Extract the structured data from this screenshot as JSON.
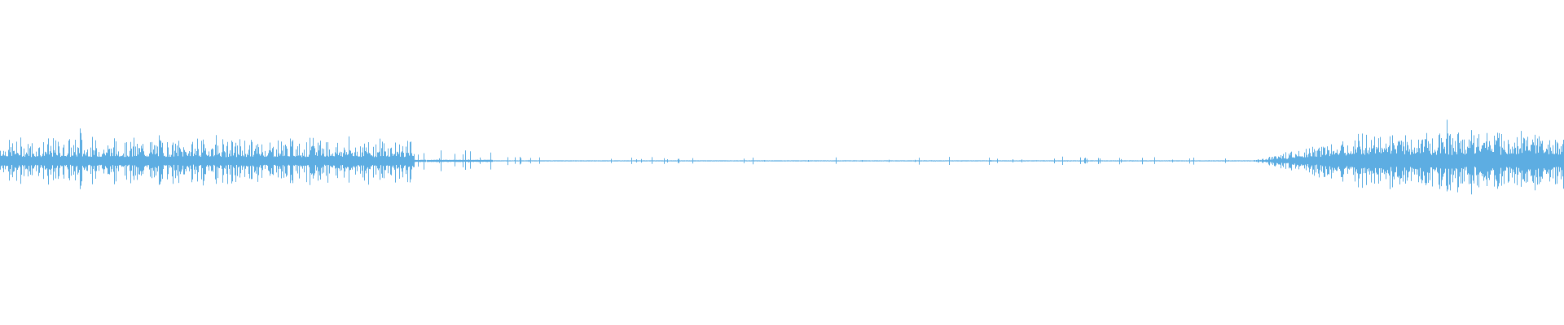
{
  "waveform": {
    "color": "#5DADE2",
    "background": "#ffffff",
    "segments": [
      {
        "from": 0.0,
        "to": 0.265,
        "level": 0.45,
        "character": "speech"
      },
      {
        "from": 0.265,
        "to": 0.315,
        "level": 0.25,
        "character": "sparse"
      },
      {
        "from": 0.315,
        "to": 0.8,
        "level": 0.03,
        "character": "quiet"
      },
      {
        "from": 0.8,
        "to": 1.0,
        "level": 0.55,
        "character": "dense-noise"
      }
    ],
    "peaks": [
      {
        "at": 0.0,
        "level": 0.55
      },
      {
        "at": 0.051,
        "level": 0.95
      },
      {
        "at": 0.092,
        "level": 0.65
      },
      {
        "at": 0.102,
        "level": 0.7
      },
      {
        "at": 0.126,
        "level": 0.72
      },
      {
        "at": 0.138,
        "level": 0.68
      },
      {
        "at": 0.158,
        "level": 0.58
      },
      {
        "at": 0.18,
        "level": 0.6
      },
      {
        "at": 0.204,
        "level": 1.0
      },
      {
        "at": 0.243,
        "level": 0.45
      },
      {
        "at": 0.267,
        "level": 0.55
      },
      {
        "at": 0.283,
        "level": 0.15
      },
      {
        "at": 0.295,
        "level": 0.25
      },
      {
        "at": 0.308,
        "level": 0.35
      },
      {
        "at": 0.925,
        "level": 0.85
      },
      {
        "at": 0.932,
        "level": 0.8
      },
      {
        "at": 0.941,
        "level": 0.9
      },
      {
        "at": 0.947,
        "level": 0.75
      }
    ]
  }
}
